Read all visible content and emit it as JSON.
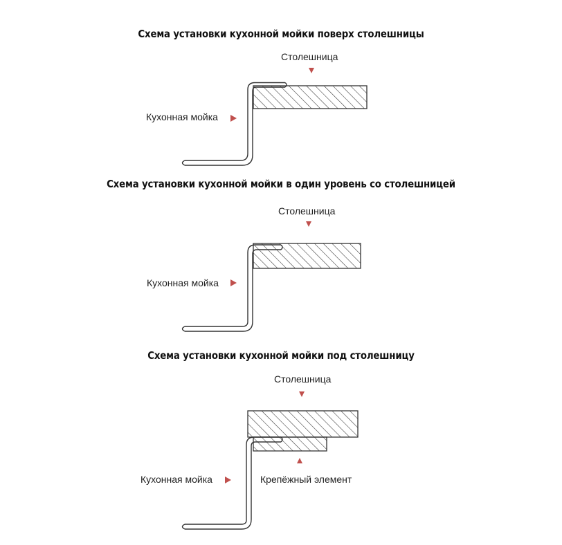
{
  "panels": [
    {
      "title": "Схема установки кухонной мойки поверх столешницы",
      "countertop_label": "Столешница",
      "sink_label": "Кухонная мойка"
    },
    {
      "title": "Схема установки кухонной мойки в один уровень со столешницей",
      "countertop_label": "Столешница",
      "sink_label": "Кухонная мойка"
    },
    {
      "title": "Схема установки кухонной мойки под столешницу",
      "countertop_label": "Столешница",
      "sink_label": "Кухонная мойка",
      "fastener_label": "Крепёжный элемент"
    }
  ],
  "colors": {
    "arrow": "#c0504d",
    "line": "#333333"
  }
}
